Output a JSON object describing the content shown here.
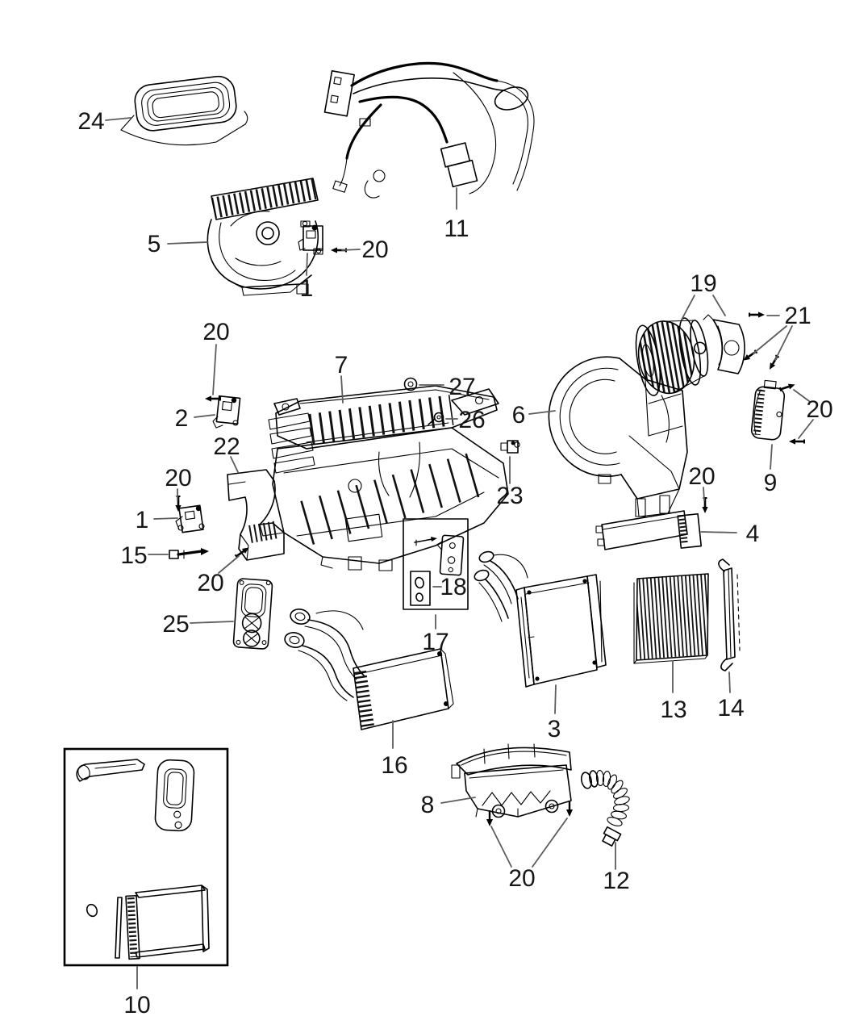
{
  "diagram": {
    "type": "exploded-parts-diagram",
    "line_color": "#000000",
    "leader_color": "#5c5c5c",
    "background": "#ffffff"
  },
  "callouts": [
    {
      "text": "24"
    },
    {
      "text": "11"
    },
    {
      "text": "5"
    },
    {
      "text": "1"
    },
    {
      "text": "20"
    },
    {
      "text": "19"
    },
    {
      "text": "21"
    },
    {
      "text": "20"
    },
    {
      "text": "2"
    },
    {
      "text": "7"
    },
    {
      "text": "27"
    },
    {
      "text": "26"
    },
    {
      "text": "6"
    },
    {
      "text": "23"
    },
    {
      "text": "22"
    },
    {
      "text": "20"
    },
    {
      "text": "1"
    },
    {
      "text": "15"
    },
    {
      "text": "20"
    },
    {
      "text": "25"
    },
    {
      "text": "20"
    },
    {
      "text": "9"
    },
    {
      "text": "20"
    },
    {
      "text": "4"
    },
    {
      "text": "18"
    },
    {
      "text": "17"
    },
    {
      "text": "3"
    },
    {
      "text": "13"
    },
    {
      "text": "14"
    },
    {
      "text": "16"
    },
    {
      "text": "8"
    },
    {
      "text": "20"
    },
    {
      "text": "12"
    },
    {
      "text": "10"
    }
  ]
}
